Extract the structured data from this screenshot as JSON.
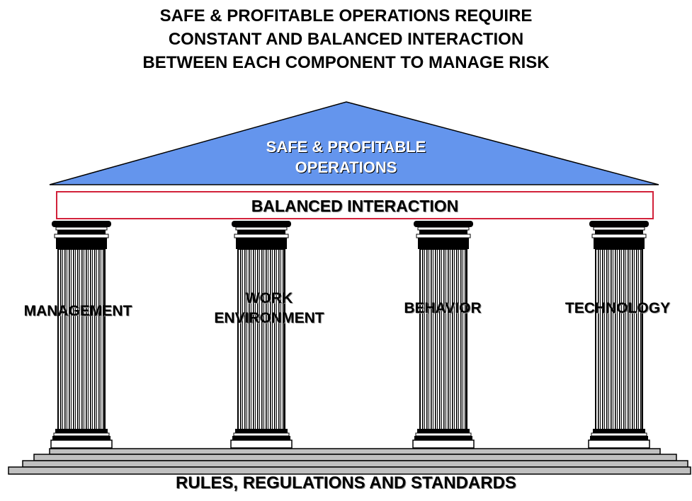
{
  "title": {
    "line1": "SAFE & PROFITABLE OPERATIONS REQUIRE",
    "line2": "CONSTANT AND BALANCED INTERACTION",
    "line3": "BETWEEN EACH COMPONENT TO MANAGE RISK"
  },
  "roof": {
    "line1": "SAFE & PROFITABLE",
    "line2": "OPERATIONS",
    "color": "#6495ED"
  },
  "beam": {
    "label": "BALANCED INTERACTION",
    "border_color": "#D2213A"
  },
  "pillars": {
    "management": "MANAGEMENT",
    "work_environment_line1": "WORK",
    "work_environment_line2": "ENVIRONMENT",
    "behavior": "BEHAVIOR",
    "technology": "TECHNOLOGY"
  },
  "foundation": {
    "label": "RULES, REGULATIONS AND STANDARDS"
  }
}
